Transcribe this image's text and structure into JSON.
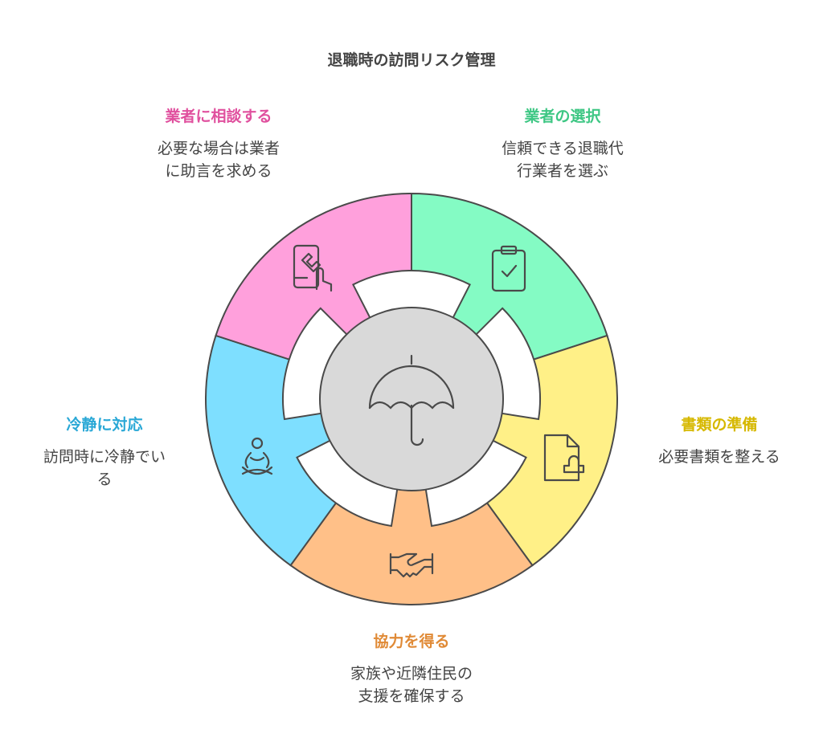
{
  "title": "退職時の訪問リスク管理",
  "center_icon": "umbrella-icon",
  "segments": [
    {
      "id": "select",
      "heading": "業者の選択",
      "desc1": "信頼できる退職代",
      "desc2": "行業者を選ぶ",
      "fill": "#84FBC4",
      "text_color": "#3EC784",
      "icon": "clipboard-check-icon"
    },
    {
      "id": "docs",
      "heading": "書類の準備",
      "desc1": "必要書類を整える",
      "desc2": "",
      "fill": "#FFF087",
      "text_color": "#D6B800",
      "icon": "document-stamp-icon"
    },
    {
      "id": "coop",
      "heading": "協力を得る",
      "desc1": "家族や近隣住民の",
      "desc2": "支援を確保する",
      "fill": "#FFC088",
      "text_color": "#E08A36",
      "icon": "handshake-icon"
    },
    {
      "id": "calm",
      "heading": "冷静に対応",
      "desc1": "訪問時に冷静でい",
      "desc2": "る",
      "fill": "#7EDFFF",
      "text_color": "#2AA8D6",
      "icon": "meditation-icon"
    },
    {
      "id": "consult",
      "heading": "業者に相談する",
      "desc1": "必要な場合は業者",
      "desc2": "に助言を求める",
      "fill": "#FFA0DC",
      "text_color": "#E0509E",
      "icon": "phone-touch-icon"
    }
  ]
}
